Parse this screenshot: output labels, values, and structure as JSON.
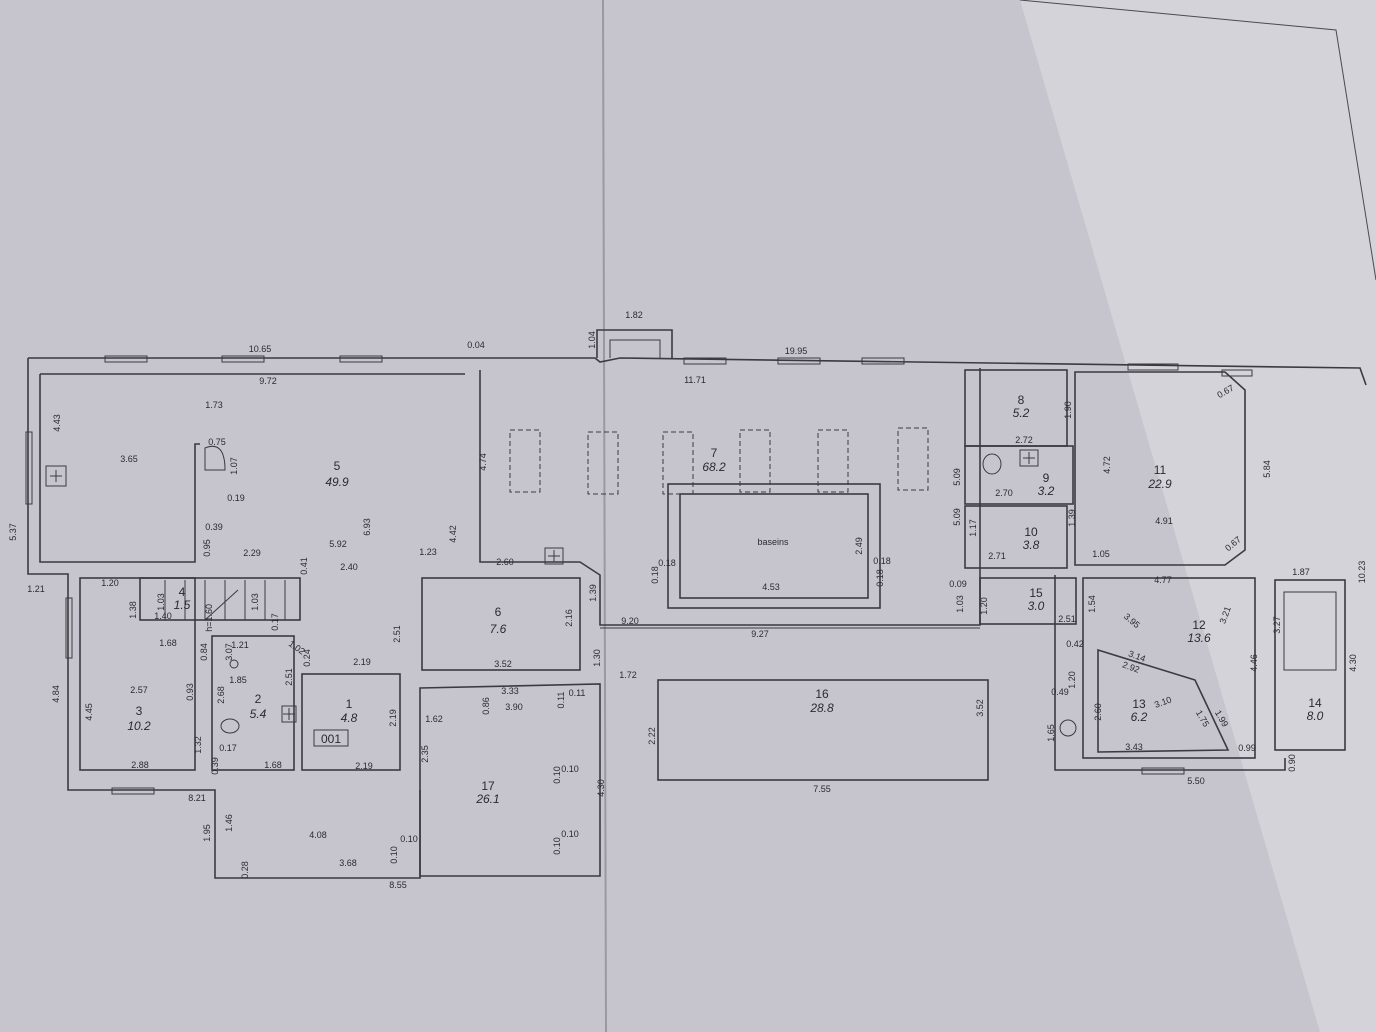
{
  "rooms": [
    {
      "num": "1",
      "area": "4.8"
    },
    {
      "num": "2",
      "area": "5.4"
    },
    {
      "num": "3",
      "area": "10.2"
    },
    {
      "num": "4",
      "area": "1.5"
    },
    {
      "num": "5",
      "area": "49.9"
    },
    {
      "num": "6",
      "area": "7.6"
    },
    {
      "num": "7",
      "area": "68.2"
    },
    {
      "num": "8",
      "area": "5.2"
    },
    {
      "num": "9",
      "area": "3.2"
    },
    {
      "num": "10",
      "area": "3.8"
    },
    {
      "num": "11",
      "area": "22.9"
    },
    {
      "num": "12",
      "area": "13.6"
    },
    {
      "num": "13",
      "area": "6.2"
    },
    {
      "num": "14",
      "area": "8.0"
    },
    {
      "num": "15",
      "area": "3.0"
    },
    {
      "num": "16",
      "area": "28.8"
    },
    {
      "num": "17",
      "area": "26.1"
    }
  ],
  "labels": {
    "pool": "baseins",
    "code": "001",
    "stair_h": "h=1.60"
  },
  "dims": [
    "10.65",
    "0.04",
    "1.82",
    "1.04",
    "19.95",
    "9.72",
    "11.71",
    "4.43",
    "1.73",
    "3.65",
    "0.75",
    "1.07",
    "0.19",
    "5.37",
    "4.74",
    "0.39",
    "0.95",
    "5.92",
    "6.93",
    "2.29",
    "0.41",
    "2.40",
    "4.42",
    "1.23",
    "1.21",
    "1.20",
    "1.38",
    "1.03",
    "1.40",
    "1.03",
    "0.17",
    "1.68",
    "1.21",
    "0.24",
    "1.02",
    "4.84",
    "4.45",
    "2.57",
    "0.84",
    "3.07",
    "1.85",
    "0.93",
    "2.68",
    "1.32",
    "0.17",
    "0.39",
    "2.88",
    "1.68",
    "2.19",
    "2.19",
    "2.19",
    "2.51",
    "2.51",
    "2.35",
    "8.21",
    "1.95",
    "1.46",
    "4.08",
    "0.10",
    "0.10",
    "3.68",
    "0.28",
    "8.55",
    "2.60",
    "1.39",
    "2.16",
    "3.52",
    "1.30",
    "1.72",
    "0.11",
    "0.11",
    "3.33",
    "0.86",
    "3.90",
    "1.62",
    "0.10",
    "0.10",
    "0.10",
    "0.10",
    "4.30",
    "9.20",
    "9.27",
    "0.18",
    "0.18",
    "2.49",
    "0.18",
    "0.18",
    "4.53",
    "2.22",
    "3.52",
    "7.55",
    "1.90",
    "2.72",
    "5.09",
    "2.70",
    "1.17",
    "5.09",
    "1.39",
    "2.71",
    "1.05",
    "0.09",
    "1.03",
    "1.20",
    "0.67",
    "4.72",
    "4.91",
    "5.84",
    "0.67",
    "4.77",
    "1.54",
    "3.95",
    "3.21",
    "2.51",
    "0.42",
    "3.14",
    "2.92",
    "3.27",
    "4.46",
    "1.20",
    "2.60",
    "3.10",
    "1.75",
    "1.99",
    "0.49",
    "1.65",
    "3.43",
    "0.99",
    "5.50",
    "1.87",
    "4.30",
    "0.90",
    "10.23"
  ]
}
